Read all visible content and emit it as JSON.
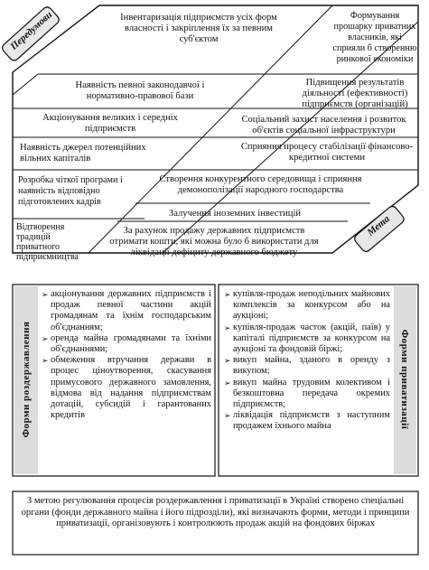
{
  "tags": {
    "prerequisites": "Передумови",
    "goal": "Мета"
  },
  "prerequisites": [
    "Наявність певної законодавчої і нормативно-правової бази",
    "Акціонування великих і середніх підприємств",
    "Наявність джерел потенційних вільних капіталів",
    "Розробка чіткої програми і наявність відповідно підготовлених кадрів",
    "Відтворення традицій приватного підприємництва"
  ],
  "center_top": "Інвентаризація підприємств усіх форм власності і закріплення їх за певним суб'єктом",
  "goals": [
    "Формування прошарку приватних власників, які сприяли б створенню ринкової економіки",
    "Підвищення результатів діяльності (ефективності) підприємств (організацій)",
    "Соціальний захист населення і розвиток об'єктів соціальної інфраструктури",
    "Сприяння процесу стабілізації фінансово-кредитної системи"
  ],
  "center_rows": [
    "Створення конкурентного середовища і сприяння демонополізації народного господарства",
    "Залучення іноземних інвестицій",
    "За рахунок продажу державних підприємств отримати кошти, які можна було б використати для ліквідації дефіциту державного бюджету"
  ],
  "forms_destatization": {
    "label": "Форми роздержавлення",
    "items": [
      "акціонування державних підприємств і продаж певної частини акцій громадянам та їхнім господарським об'єднанням;",
      "оренда майна громадянами та їхніми об'єднаннями;",
      "обмеження втручання держави в процес ціноутворення, скасування примусового державного замовлення, відмова від надання підприємствам дотацій, субсидій і гарантованих кредитів"
    ]
  },
  "forms_privatization": {
    "label": "Форми приватизації",
    "items": [
      "купівля-продаж неподільних майнових комплексів за конкурсом або на аукціоні;",
      "купівля-продаж часток (акцій, паїв) у капіталі підприємств за конкурсом на аукціоні та фондовій біржі;",
      "викуп майна, зданого в оренду з викупом;",
      "викуп майна трудовим колективом і безкоштовна передача окремих підприємств;",
      "ліквідація підприємств з наступним продажем їхнього майна"
    ]
  },
  "bottom_note": "З метою регулювання процесів роздержавлення і приватизації в Україні створено спеціальні органи (фонди державного майна і його підрозділи), які визначають форми, методи і принципи приватизації, організовують і контролюють продаж акцій на фондових біржах"
}
